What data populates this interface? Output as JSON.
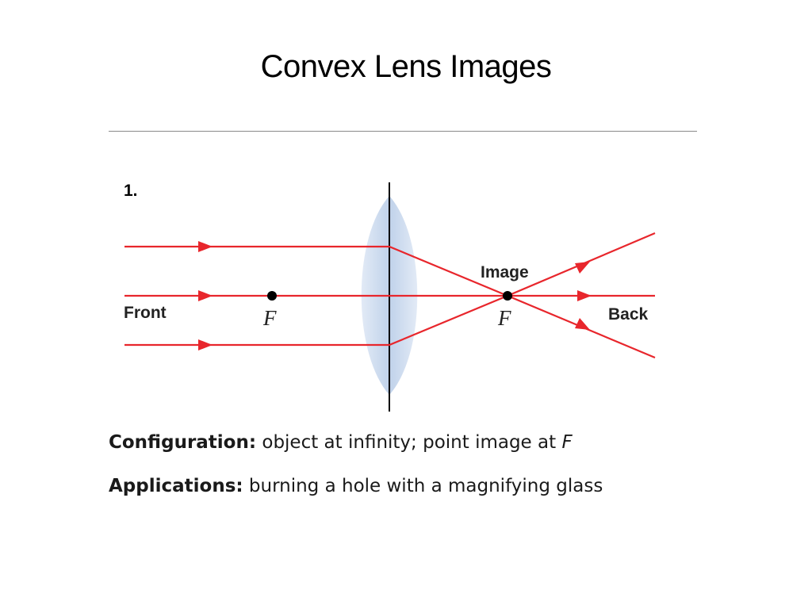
{
  "slide": {
    "title": "Convex Lens Images"
  },
  "diagram": {
    "number": "1.",
    "labels": {
      "front": "Front",
      "back": "Back",
      "image": "Image",
      "focal_front": "F",
      "focal_back": "F"
    },
    "colors": {
      "ray": "#e8262c",
      "lens_fill": "#c8d8ee",
      "axis": "#000000"
    }
  },
  "captions": {
    "configuration_label": "Configuration:",
    "configuration_text": " object at infinity; point image at ",
    "configuration_symbol": "F",
    "applications_label": "Applications:",
    "applications_text": " burning a hole with a magnifying glass"
  }
}
